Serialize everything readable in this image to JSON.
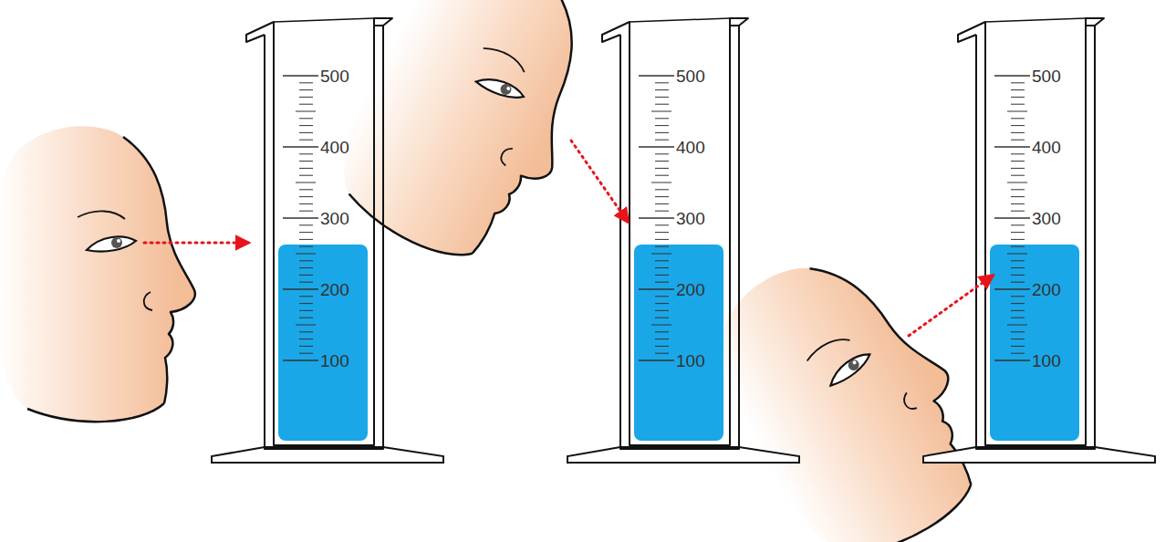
{
  "diagram": {
    "labels": [
      "500",
      "400",
      "300",
      "200",
      "100",
      "500",
      "400",
      "300",
      "200",
      "100",
      "500",
      "400",
      "300",
      "200",
      "100"
    ]
  }
}
